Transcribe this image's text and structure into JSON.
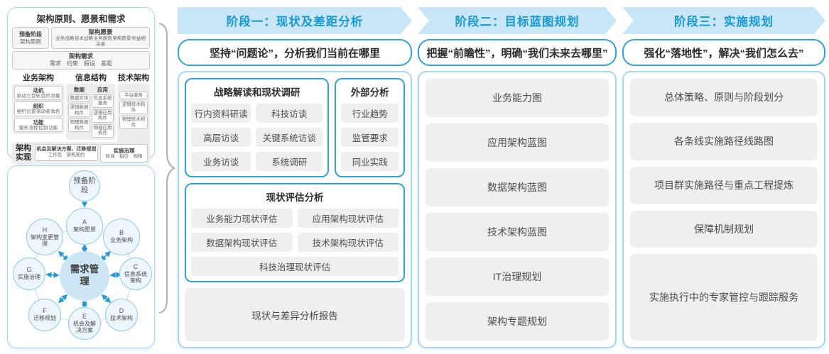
{
  "colors": {
    "band_bg": "#c8e6f6",
    "band_text": "#1899d4",
    "strong_border": "#2fa3da",
    "light_border": "#a8d8f0",
    "gray_box": "#efefef",
    "circle_fill": "#edf6fc",
    "circle_border": "#8fc9ea",
    "center_fill": "#cde6f5",
    "arrow": "#2699d6",
    "brace": "#b3b3b3"
  },
  "architecture_panel": {
    "title": "架构原则、愿景和需求",
    "prep": {
      "line1": "预备阶段",
      "line2": "架构原则"
    },
    "vision": {
      "title": "架构愿景",
      "items": "业务战略 技术战略 业务原则 架构愿景 利益相关者"
    },
    "requirements": {
      "title": "架构需求",
      "items": "需求　约束　假设　差距"
    },
    "business": {
      "title": "业务架构",
      "groups": [
        {
          "title": "动机",
          "sub": "驱动力 目标 目的 测量"
        },
        {
          "title": "组织",
          "sub": "组织 位置 驱动者 角色"
        },
        {
          "title": "功能",
          "sub": "服务 流程 控制 功能"
        }
      ]
    },
    "information": {
      "title": "信息结构",
      "data": {
        "title": "数据",
        "items": [
          "数据实体",
          "逻辑数据构件",
          "物理数据构件"
        ]
      },
      "application": {
        "title": "应用",
        "items": [
          "信息系统服务",
          "逻辑应用构件",
          "物理应用构件"
        ]
      }
    },
    "technology": {
      "title": "技术架构",
      "items": [
        "平台服务",
        "逻辑技术构件",
        "物理技术构件"
      ]
    },
    "implementation": {
      "label": "架构实现",
      "opportunity": {
        "title": "机会及解决方案、迁移规划",
        "sub": "工作包　架构契约"
      },
      "governance": {
        "title": "实施治理",
        "sub": "标准　指引　规格"
      }
    }
  },
  "adm_cycle": {
    "prep": "预备阶段",
    "center": "需求管理",
    "nodes": [
      {
        "id": "A",
        "label": "架构愿景"
      },
      {
        "id": "B",
        "label": "业务架构"
      },
      {
        "id": "C",
        "label": "信息系统架构"
      },
      {
        "id": "D",
        "label": "技术架构"
      },
      {
        "id": "E",
        "label": "机会及解决方案"
      },
      {
        "id": "F",
        "label": "迁移规划"
      },
      {
        "id": "G",
        "label": "实施治理"
      },
      {
        "id": "H",
        "label": "架构变更管理"
      }
    ]
  },
  "phases": [
    {
      "band": "阶段一：现状及差距分析",
      "subtitle": "坚持“问题论”，分析我们当前在哪里",
      "survey": {
        "title": "战略解读和现状调研",
        "items": [
          "行内资料研读",
          "科技访谈",
          "高层访谈",
          "关键系统访谈",
          "业务访谈",
          "系统调研"
        ]
      },
      "external": {
        "title": "外部分析",
        "items": [
          "行业趋势",
          "监管要求",
          "同业实践"
        ]
      },
      "assessment": {
        "title": "现状评估分析",
        "items": [
          "业务能力现状评估",
          "应用架构现状评估",
          "数据架构现状评估",
          "技术架构现状评估",
          "科技治理现状评估"
        ]
      },
      "report": "现状与差异分析报告"
    },
    {
      "band": "阶段二：目标蓝图规划",
      "subtitle": "把握“前瞻性”，明确“我们未来去哪里”",
      "items": [
        "业务能力图",
        "应用架构蓝图",
        "数据架构蓝图",
        "技术架构蓝图",
        "IT治理规划",
        "架构专题规划"
      ]
    },
    {
      "band": "阶段三：实施规划",
      "subtitle": "强化“落地性”，解决“我们怎么去”",
      "items": [
        "总体策略、原则与阶段划分",
        "各条线实施路径线路图",
        "项目群实施路径与重点工程提炼",
        "保障机制规划",
        "实施执行中的专家管控与跟踪服务"
      ]
    }
  ]
}
